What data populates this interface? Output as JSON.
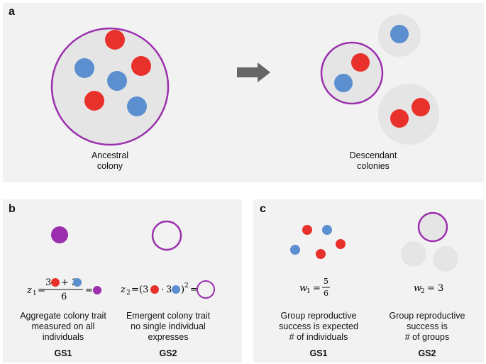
{
  "panels": {
    "a": {
      "label": "a",
      "ancestral_caption_line1": "Ancestral",
      "ancestral_caption_line2": "colony",
      "descendant_caption_line1": "Descendant",
      "descendant_caption_line2": "colonies"
    },
    "b": {
      "label": "b",
      "gs1": {
        "equation_lhs": "z",
        "equation_sub": "1",
        "num_coef1": "3",
        "num_plus": "+ 3",
        "den": "6",
        "eq1": "=",
        "eq2": "=",
        "caption_line1": "Aggregate colony trait",
        "caption_line2": "measured on all",
        "caption_line3": "individuals",
        "tag": "GS1"
      },
      "gs2": {
        "equation_lhs": "z",
        "equation_sub": "2",
        "eq1": "=",
        "open": "(3",
        "dot": "·",
        "coef2": "3",
        "close": ")",
        "power": "2",
        "eq2": "=",
        "caption_line1": "Emergent colony trait",
        "caption_line2": "no single individual",
        "caption_line3": "expresses",
        "tag": "GS2"
      }
    },
    "c": {
      "label": "c",
      "gs1": {
        "equation_lhs": "w",
        "equation_sub": "1",
        "eq": "=",
        "num": "5",
        "den": "6",
        "caption_line1": "Group reproductive",
        "caption_line2": "success is expected",
        "caption_line3": "# of individuals",
        "tag": "GS1"
      },
      "gs2": {
        "equation_lhs": "w",
        "equation_sub": "2",
        "eq": "= 3",
        "caption_line1": "Group reproductive",
        "caption_line2": "success is",
        "caption_line3": "# of groups",
        "tag": "GS2"
      }
    }
  },
  "colors": {
    "red": "#e8312a",
    "blue": "#5b8fd0",
    "purple": "#9b2fae",
    "colony_fill": "#e5e5e5",
    "arrow": "#666666"
  }
}
